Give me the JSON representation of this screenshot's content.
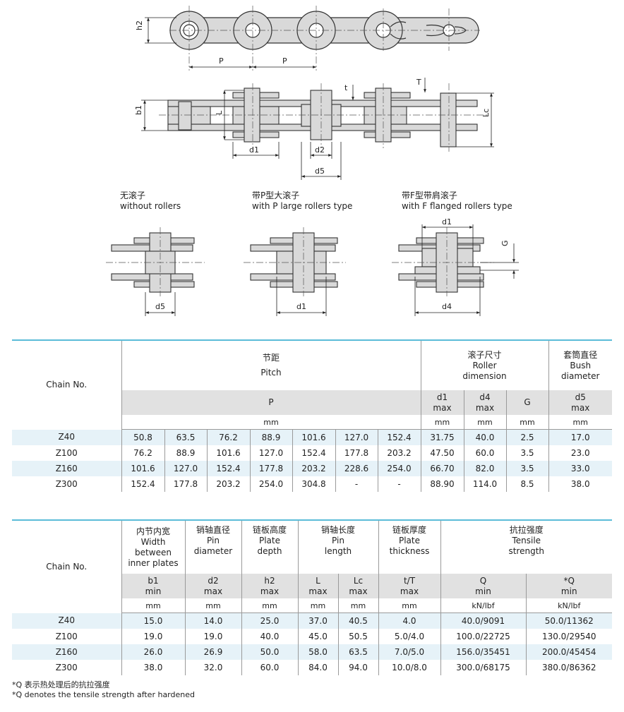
{
  "drawing_labels": {
    "h2": "h2",
    "P": "P",
    "t": "t",
    "T": "T",
    "b1": "b1",
    "L": "L",
    "Lc": "Lc",
    "d1": "d1",
    "d2": "d2",
    "d5": "d5",
    "G": "G",
    "d4": "d4"
  },
  "variants": [
    {
      "cn": "无滚子",
      "en": "without rollers"
    },
    {
      "cn": "带P型大滚子",
      "en": "with P  large rollers type"
    },
    {
      "cn": "带F型带肩滚子",
      "en": "with F flanged rollers type"
    }
  ],
  "table1": {
    "chain_no": "Chain No.",
    "pitch_cn": "节距",
    "pitch_en": "Pitch",
    "roller_cn": "滚子尺寸",
    "roller_en1": "Roller",
    "roller_en2": "dimension",
    "bush_cn": "套筒直径",
    "bush_en1": "Bush",
    "bush_en2": "diameter",
    "sym": {
      "P": "P",
      "d1": "d1",
      "d4": "d4",
      "G": "G",
      "d5": "d5",
      "max": "max"
    },
    "unit": "mm",
    "rows": [
      [
        "Z40",
        "50.8",
        "63.5",
        "76.2",
        "88.9",
        "101.6",
        "127.0",
        "152.4",
        "31.75",
        "40.0",
        "2.5",
        "17.0"
      ],
      [
        "Z100",
        "76.2",
        "88.9",
        "101.6",
        "127.0",
        "152.4",
        "177.8",
        "203.2",
        "47.50",
        "60.0",
        "3.5",
        "23.0"
      ],
      [
        "Z160",
        "101.6",
        "127.0",
        "152.4",
        "177.8",
        "203.2",
        "228.6",
        "254.0",
        "66.70",
        "82.0",
        "3.5",
        "33.0"
      ],
      [
        "Z300",
        "152.4",
        "177.8",
        "203.2",
        "254.0",
        "304.8",
        "-",
        "-",
        "88.90",
        "114.0",
        "8.5",
        "38.0"
      ]
    ]
  },
  "table2": {
    "chain_no": "Chain No.",
    "width_cn": "内节内宽",
    "width_en1": "Width",
    "width_en2": "between",
    "width_en3": "inner plates",
    "pin_cn": "销轴直径",
    "pin_en1": "Pin",
    "pin_en2": "diameter",
    "plate_cn": "链板高度",
    "plate_en1": "Plate",
    "plate_en2": "depth",
    "len_cn": "销轴长度",
    "len_en1": "Pin",
    "len_en2": "length",
    "thick_cn": "链板厚度",
    "thick_en1": "Plate",
    "thick_en2": "thickness",
    "tens_cn": "抗拉强度",
    "tens_en1": "Tensile",
    "tens_en2": "strength",
    "sym": {
      "b1": "b1",
      "d2": "d2",
      "h2": "h2",
      "L": "L",
      "Lc": "Lc",
      "tT": "t/T",
      "Q": "Q",
      "Qs": "*Q",
      "min": "min",
      "max": "max"
    },
    "unit_mm": "mm",
    "unit_kn": "kN/lbf",
    "rows": [
      [
        "Z40",
        "15.0",
        "14.0",
        "25.0",
        "37.0",
        "40.5",
        "4.0",
        "40.0/9091",
        "50.0/11362"
      ],
      [
        "Z100",
        "19.0",
        "19.0",
        "40.0",
        "45.0",
        "50.5",
        "5.0/4.0",
        "100.0/22725",
        "130.0/29540"
      ],
      [
        "Z160",
        "26.0",
        "26.9",
        "50.0",
        "58.0",
        "63.5",
        "7.0/5.0",
        "156.0/35451",
        "200.0/45454"
      ],
      [
        "Z300",
        "38.0",
        "32.0",
        "60.0",
        "84.0",
        "94.0",
        "10.0/8.0",
        "300.0/68175",
        "380.0/86362"
      ]
    ]
  },
  "notes": {
    "cn": "*Q 表示热处理后的抗拉强度",
    "en": "*Q denotes the tensile strength after hardened"
  }
}
